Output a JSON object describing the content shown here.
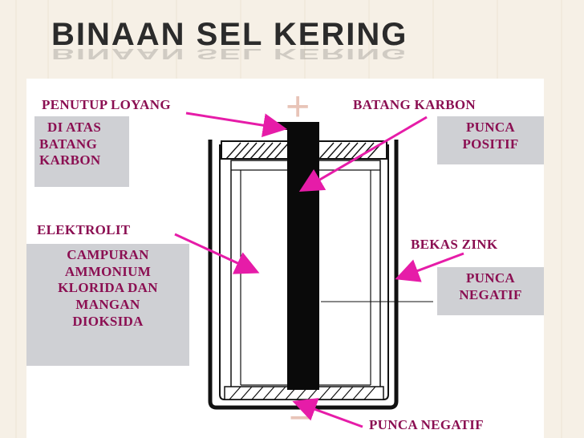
{
  "title": "BINAAN SEL KERING",
  "labels": {
    "penutup": "PENUTUP LOYANG",
    "batang_karbon": "BATANG KARBON",
    "elektrolit": "ELEKTROLIT",
    "bekas_zink": "BEKAS ZINK",
    "punca_negatif_bottom": "PUNCA NEGATIF"
  },
  "boxes": {
    "di_atas": [
      "DI ATAS",
      "BATANG",
      "KARBON"
    ],
    "punca_positif": [
      "PUNCA",
      "POSITIF"
    ],
    "campuran": [
      "CAMPURAN",
      "AMMONIUM",
      "KLORIDA DAN",
      "MANGAN",
      "DIOKSIDA"
    ],
    "punca_negatif": [
      "PUNCA",
      "NEGATIF"
    ]
  },
  "signs": {
    "plus": "+",
    "minus": "−"
  },
  "colors": {
    "label_text": "#8b0f52",
    "arrow": "#e61ca8",
    "box_bg": "#cfd0d4",
    "sign": "#e8c4b8"
  }
}
